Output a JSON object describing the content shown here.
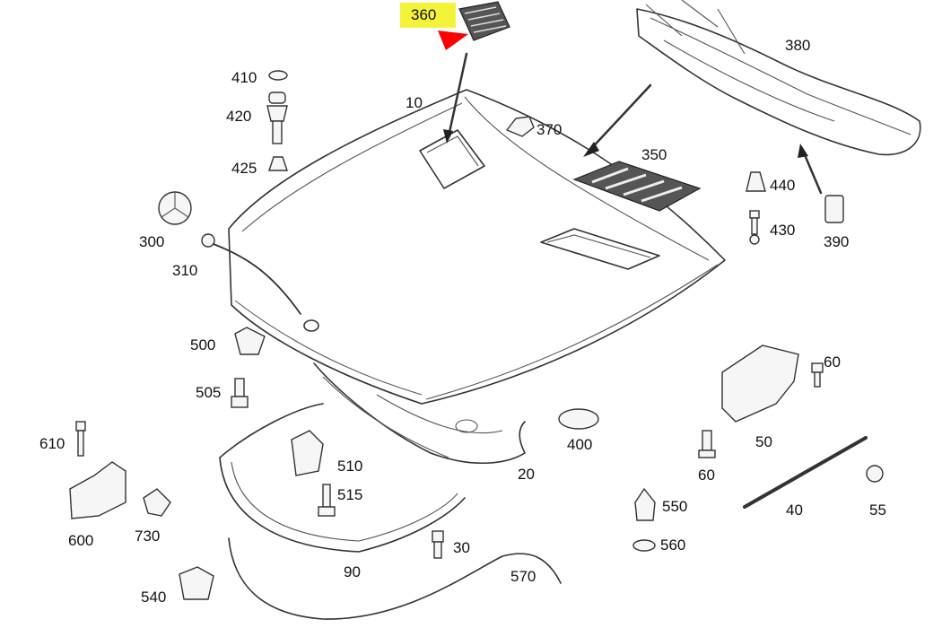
{
  "diagram": {
    "highlight_color": "#f3f33a",
    "marker_color": "#ff0000",
    "labels": {
      "p10": "10",
      "p20": "20",
      "p30": "30",
      "p40": "40",
      "p50": "50",
      "p55": "55",
      "p60a": "60",
      "p60b": "60",
      "p90": "90",
      "p300": "300",
      "p310": "310",
      "p350": "350",
      "p360": "360",
      "p370": "370",
      "p380": "380",
      "p390": "390",
      "p400": "400",
      "p410": "410",
      "p420": "420",
      "p425": "425",
      "p430": "430",
      "p440": "440",
      "p500": "500",
      "p505": "505",
      "p510": "510",
      "p515": "515",
      "p540": "540",
      "p550": "550",
      "p560": "560",
      "p570": "570",
      "p600": "600",
      "p610": "610",
      "p730": "730"
    }
  }
}
